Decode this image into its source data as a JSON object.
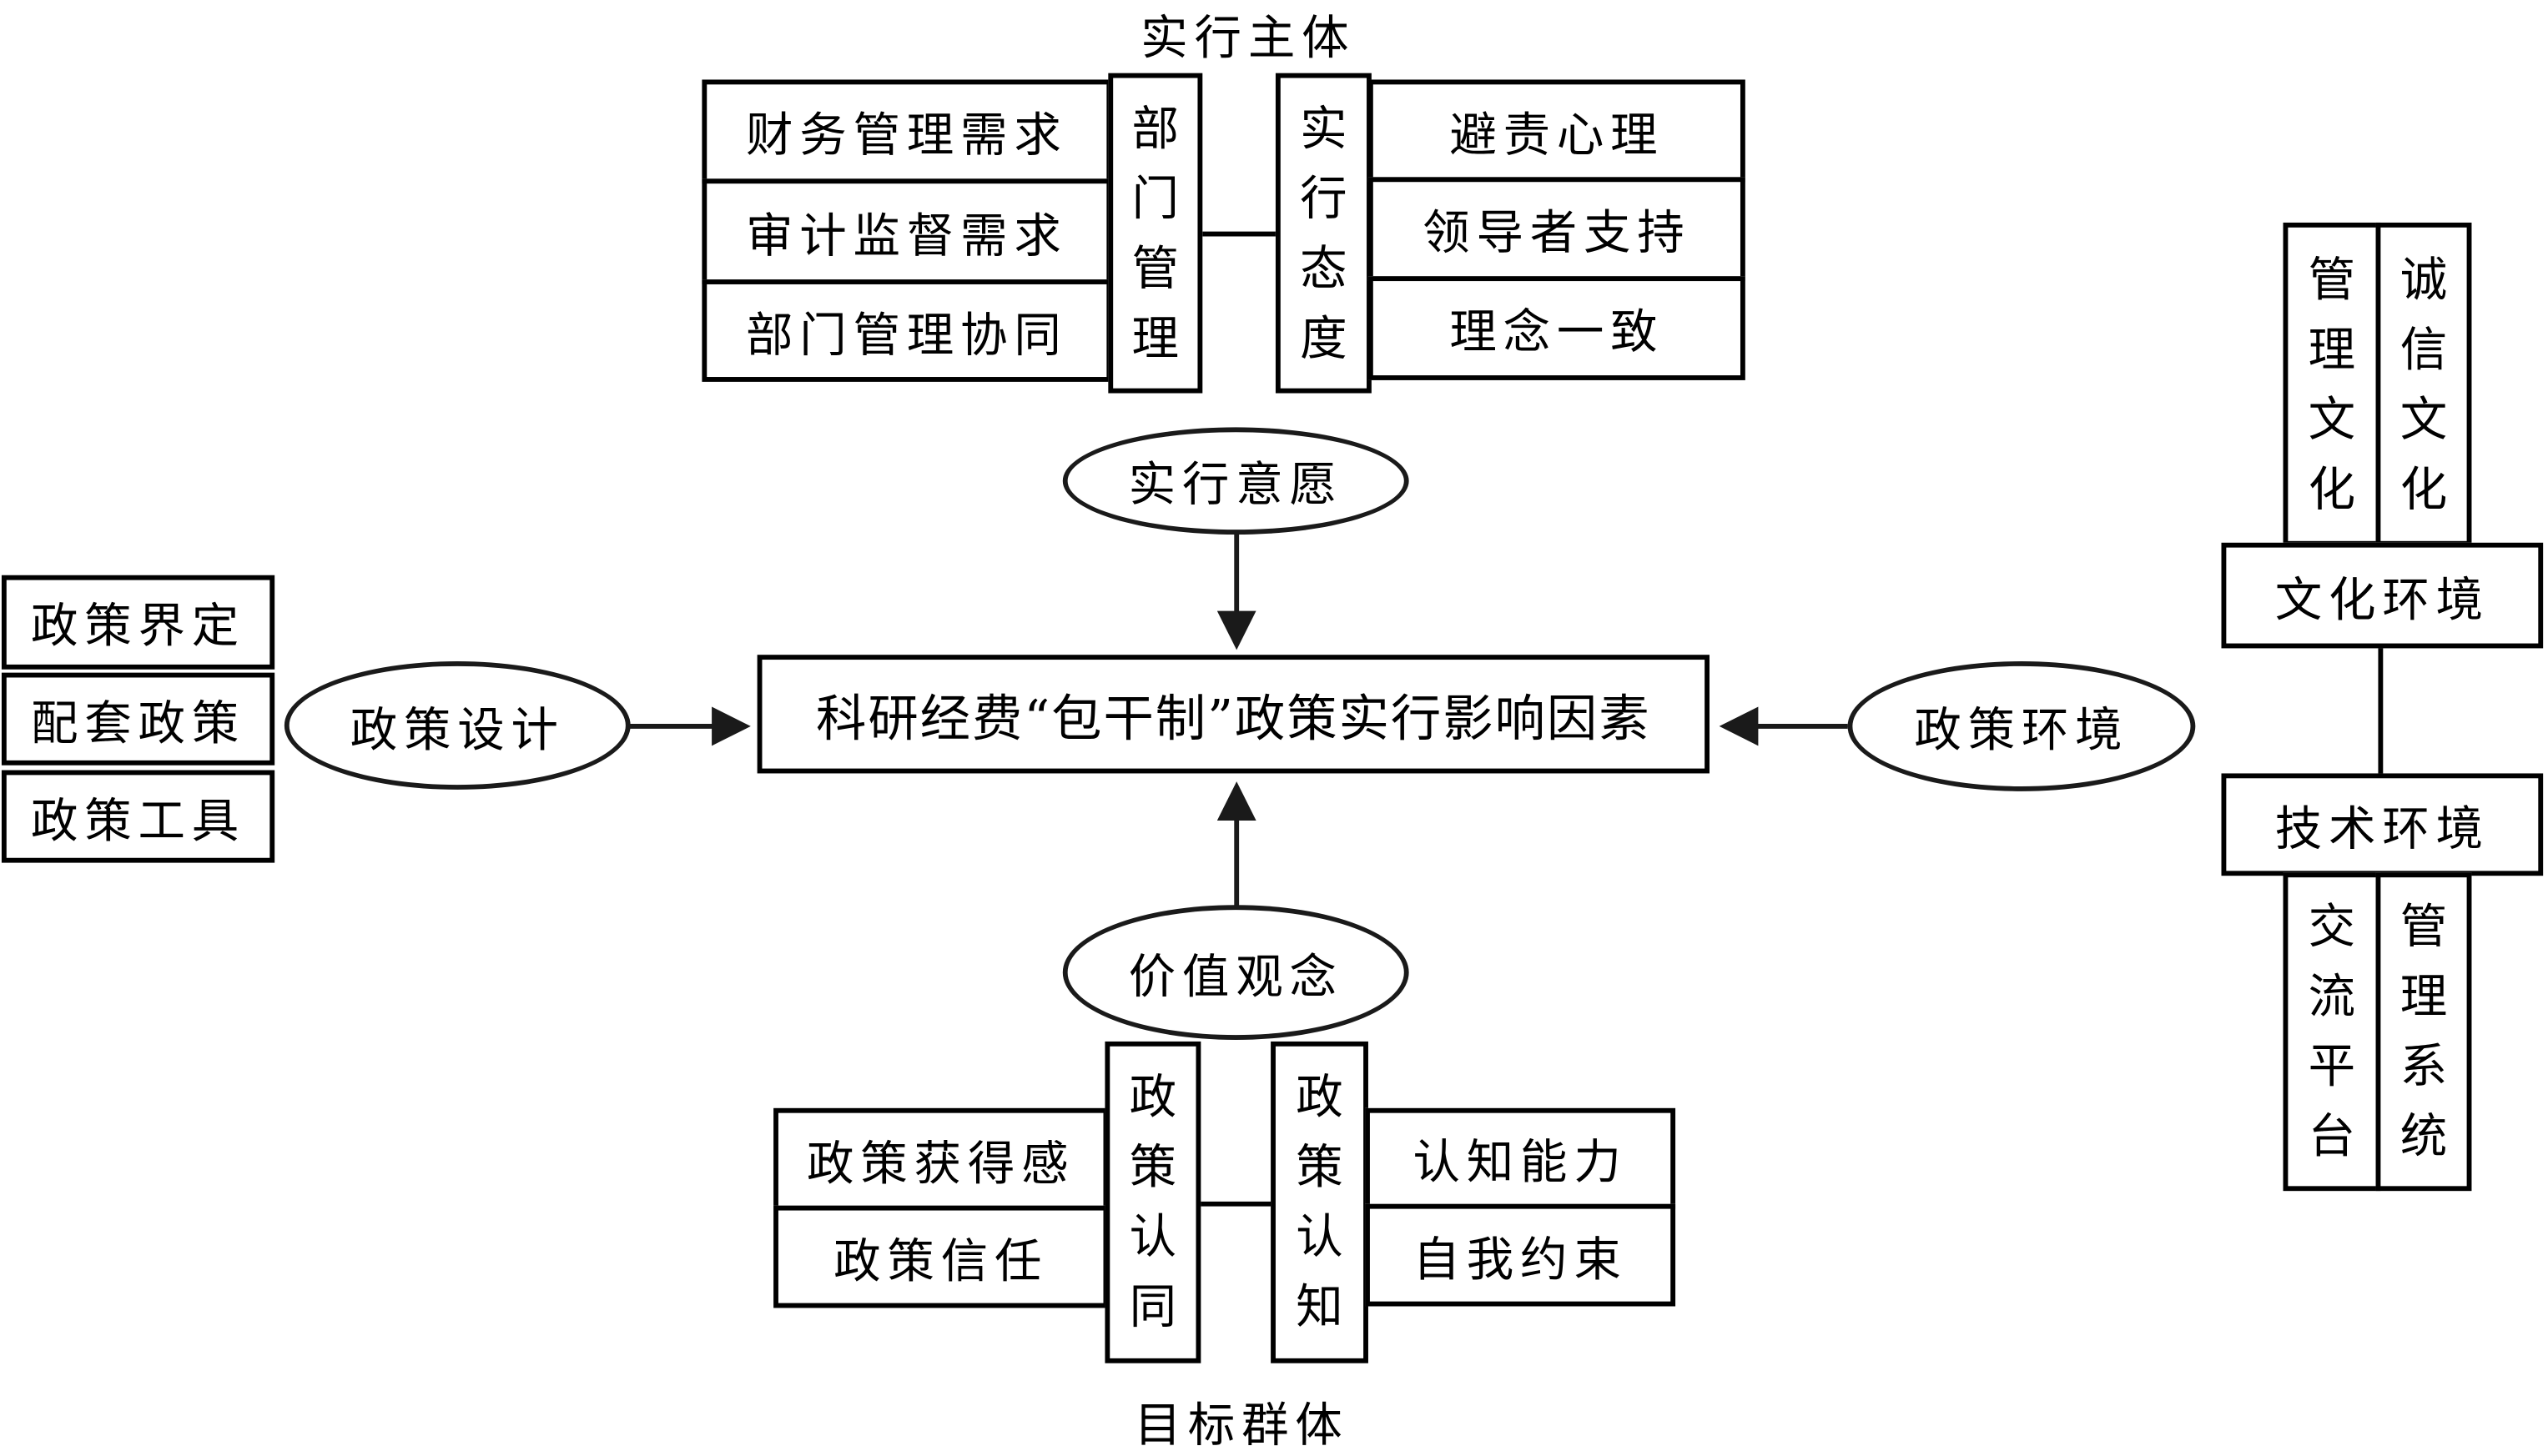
{
  "diagram": {
    "central": "科研经费“包干制”政策实行影响因素",
    "top": {
      "group_label": "实行主体",
      "ellipse": "实行意愿",
      "left_column": {
        "label": "部门管理",
        "items": [
          "财务管理需求",
          "审计监督需求",
          "部门管理协同"
        ]
      },
      "right_column": {
        "label": "实行态度",
        "items": [
          "避责心理",
          "领导者支持",
          "理念一致"
        ]
      }
    },
    "left": {
      "ellipse": "政策设计",
      "items": [
        "政策界定",
        "配套政策",
        "政策工具"
      ]
    },
    "right": {
      "ellipse": "政策环境",
      "culture": {
        "label": "文化环境",
        "columns": [
          "管理文化",
          "诚信文化"
        ]
      },
      "technology": {
        "label": "技术环境",
        "columns": [
          "交流平台",
          "管理系统"
        ]
      }
    },
    "bottom": {
      "group_label": "目标群体",
      "ellipse": "价值观念",
      "left_column": {
        "label": "政策认同",
        "items": [
          "政策获得感",
          "政策信任"
        ]
      },
      "right_column": {
        "label": "政策认知",
        "items": [
          "认知能力",
          "自我约束"
        ]
      }
    }
  }
}
